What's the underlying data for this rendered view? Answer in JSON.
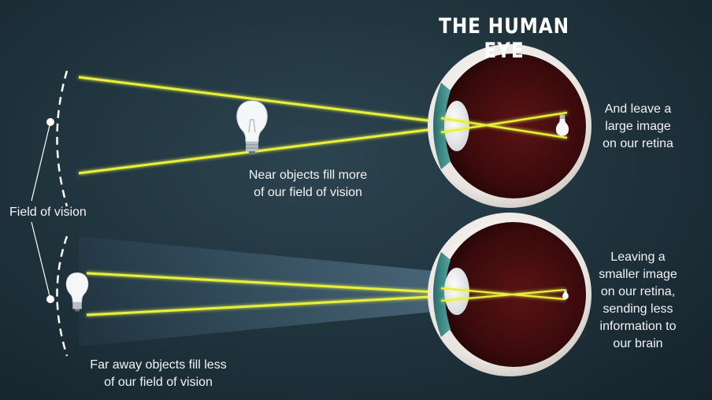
{
  "title": "THE HUMAN EYE",
  "labels": {
    "field_of_vision": "Field of vision",
    "near_caption": [
      "Near objects fill more",
      "of our field of vision"
    ],
    "far_caption": [
      "Far away objects fill less",
      "of our field of vision"
    ],
    "large_image": [
      "And leave a",
      "large image",
      "on our retina"
    ],
    "smaller_image": [
      "Leaving a",
      "smaller image",
      "on our retina,",
      "sending less",
      "information to",
      "our brain"
    ]
  },
  "colors": {
    "ray": "#e7f03a",
    "eyeball": "#f1ece8",
    "retina": "#4a0d0f",
    "iris": "#3c8a86",
    "text": "#f2f4f5"
  },
  "icons": [
    "lightbulb-icon",
    "eye-icon"
  ]
}
